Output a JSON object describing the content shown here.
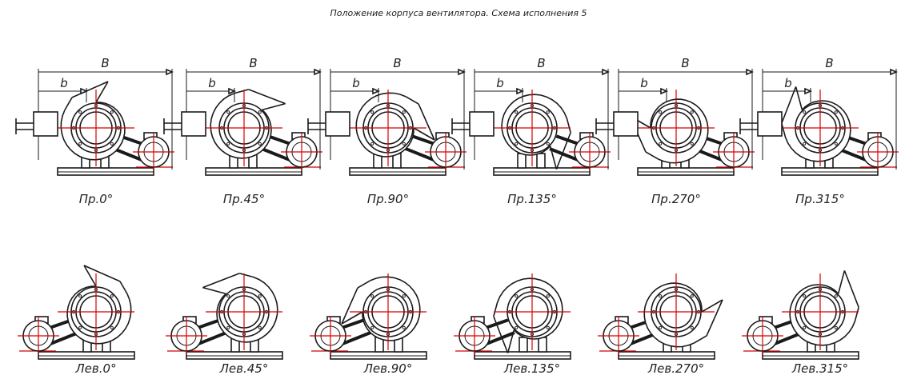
{
  "title": "Положение корпуса вентилятора. Схема исполнения 5",
  "dimensions": {
    "width_label": "B",
    "height_label": "b"
  },
  "colors": {
    "line": "#1a1a1a",
    "axis": "#d40000"
  },
  "rows": [
    {
      "side": "right",
      "items": [
        {
          "label": "Пр.0°",
          "angle": 0,
          "dims": true
        },
        {
          "label": "Пр.45°",
          "angle": 45,
          "dims": true
        },
        {
          "label": "Пр.90°",
          "angle": 90,
          "dims": true
        },
        {
          "label": "Пр.135°",
          "angle": 135,
          "dims": true
        },
        {
          "label": "Пр.270°",
          "angle": 270,
          "dims": true
        },
        {
          "label": "Пр.315°",
          "angle": 315,
          "dims": true
        }
      ]
    },
    {
      "side": "left",
      "items": [
        {
          "label": "Лев.0°",
          "angle": 0,
          "dims": false
        },
        {
          "label": "Лев.45°",
          "angle": 45,
          "dims": false
        },
        {
          "label": "Лев.90°",
          "angle": 90,
          "dims": false
        },
        {
          "label": "Лев.135°",
          "angle": 135,
          "dims": false
        },
        {
          "label": "Лев.270°",
          "angle": 270,
          "dims": false
        },
        {
          "label": "Лев.315°",
          "angle": 315,
          "dims": false
        }
      ]
    }
  ]
}
